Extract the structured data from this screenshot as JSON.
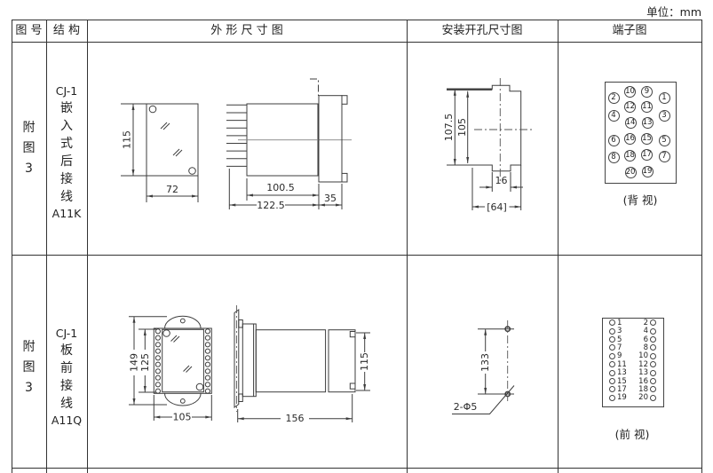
{
  "unit_label": "单位：mm",
  "table": {
    "headers": [
      "图 号",
      "结 构",
      "外 形 尺 寸 图",
      "安装开孔尺寸图",
      "端子图"
    ]
  },
  "rows": [
    {
      "figure": [
        "附",
        "图",
        "3"
      ],
      "structure": [
        "CJ-1",
        "嵌",
        "入",
        "式",
        "后",
        "接",
        "线",
        "A11K"
      ],
      "outline": {
        "front_height": "115",
        "front_width": "72",
        "body_depth": "100.5",
        "total_depth": "122.5",
        "flange_depth": "35"
      },
      "mounting": {
        "height_outer": "107.5",
        "height_inner": "105",
        "notch_width": "16",
        "cutout_width": "[64]"
      },
      "terminal": {
        "caption": "(背 视)",
        "cells": [
          "2",
          "10",
          "9",
          "1",
          "12",
          "11",
          "4",
          "3",
          "14",
          "13",
          "16",
          "15",
          "6",
          "5",
          "18",
          "17",
          "8",
          "7",
          "20",
          "19"
        ]
      }
    },
    {
      "figure": [
        "附",
        "图",
        "3"
      ],
      "structure": [
        "CJ-1",
        "板",
        "前",
        "接",
        "线",
        "A11Q"
      ],
      "outline": {
        "outer_height": "149",
        "inner_height": "125",
        "width": "105",
        "total_depth": "156",
        "rear_height": "115"
      },
      "mounting": {
        "hole_spacing": "133",
        "holes": "2-Φ5"
      },
      "terminal": {
        "caption": "(前 视)",
        "left": [
          "1",
          "3",
          "5",
          "7",
          "9",
          "11",
          "13",
          "15",
          "17",
          "19"
        ],
        "right": [
          "2",
          "4",
          "6",
          "8",
          "10",
          "12",
          "13",
          "16",
          "18",
          "20"
        ]
      }
    }
  ]
}
